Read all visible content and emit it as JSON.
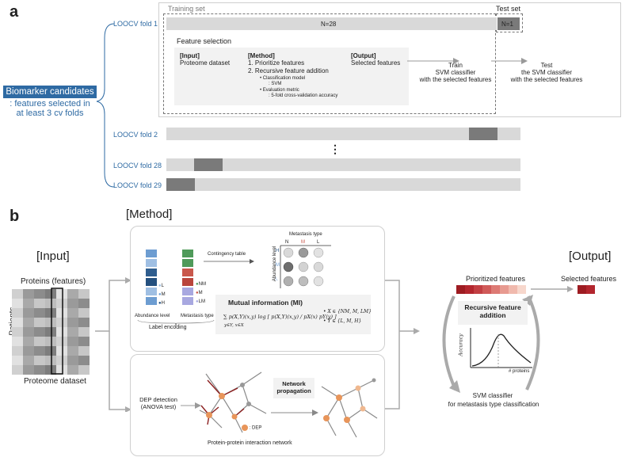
{
  "panel_a": {
    "letter": "a",
    "biomarker": {
      "title": "Biomarker candidates",
      "line2": ": features selected in",
      "line3": "at least 3 cv folds"
    },
    "training_set": "Training set",
    "test_set": "Test set",
    "fold1_label": "LOOCV fold 1",
    "n_train": "N=28",
    "n_test": "N=1",
    "feature_selection": "Feature selection",
    "input": {
      "header": "[Input]",
      "text": "Proteome dataset"
    },
    "method": {
      "header": "[Method]",
      "step1": "1. Prioritize features",
      "step2": "2. Recursive feature addition",
      "b1": "Classification model",
      "b1s": ": SVM",
      "b2": "Evaluation metric",
      "b2s": ": 5-fold cross-validation accuracy"
    },
    "output": {
      "header": "[Output]",
      "text": "Selected features"
    },
    "train": {
      "l1": "Train",
      "l2": "SVM classifier",
      "l3": "with the selected features"
    },
    "test": {
      "l1": "Test",
      "l2": "the SVM classifier",
      "l3": "with the selected features"
    },
    "dots": "⋮",
    "fold2_label": "LOOCV fold 2",
    "fold28_label": "LOOCV fold 28",
    "fold29_label": "LOOCV fold 29"
  },
  "panel_b": {
    "letter": "b",
    "input_title": "[Input]",
    "method_title": "[Method]",
    "output_title": "[Output]",
    "proteins": "Proteins (features)",
    "patients": "Patients",
    "proteome_dataset": "Proteome dataset",
    "contingency": "Contingency table",
    "metastasis_type": "Metastasis type",
    "abundance_level": "Abundance level",
    "col_labels": [
      "N",
      "M",
      "L"
    ],
    "row_labels": [
      "H",
      "M",
      "L"
    ],
    "abund_legend": [
      "L",
      "M",
      "H"
    ],
    "meta_legend": [
      "NM",
      "M",
      "LM"
    ],
    "label_encoding": "Label encoding",
    "abund_caption": "Abundance level",
    "meta_caption": "Metastasis type",
    "mi_title": "Mutual information (MI)",
    "mi_formula": "∑ p(X,Y)(x,y) log [ p(X,Y)(x,y) / pX(x) pY(y) ]",
    "mi_sub": "y∈Y, x∈X",
    "mi_x": "X ∈ {NM, M, LM}",
    "mi_y": "Y ∈ {L, M, H}",
    "dep_detection": "DEP detection",
    "anova": "(ANOVA test)",
    "dep_legend": ": DEP",
    "ppi": "Protein-protein interaction network",
    "network_prop": "Network propagation",
    "prioritized": "Prioritized features",
    "recursive": "Recursive feature addition",
    "accuracy": "Accuracy",
    "n_proteins": "# proteins",
    "svm_l1": "SVM classifier",
    "svm_l2": "for metastasis type classification",
    "selected": "Selected features"
  },
  "colors": {
    "blue_label": "#2e6aa3",
    "biomarker_bg": "#2e6aa3",
    "bar": "#d9d9d9",
    "bar_dark": "#7a7a7a",
    "red_feature": "#b3262e",
    "dep_orange": "#e8955a"
  }
}
